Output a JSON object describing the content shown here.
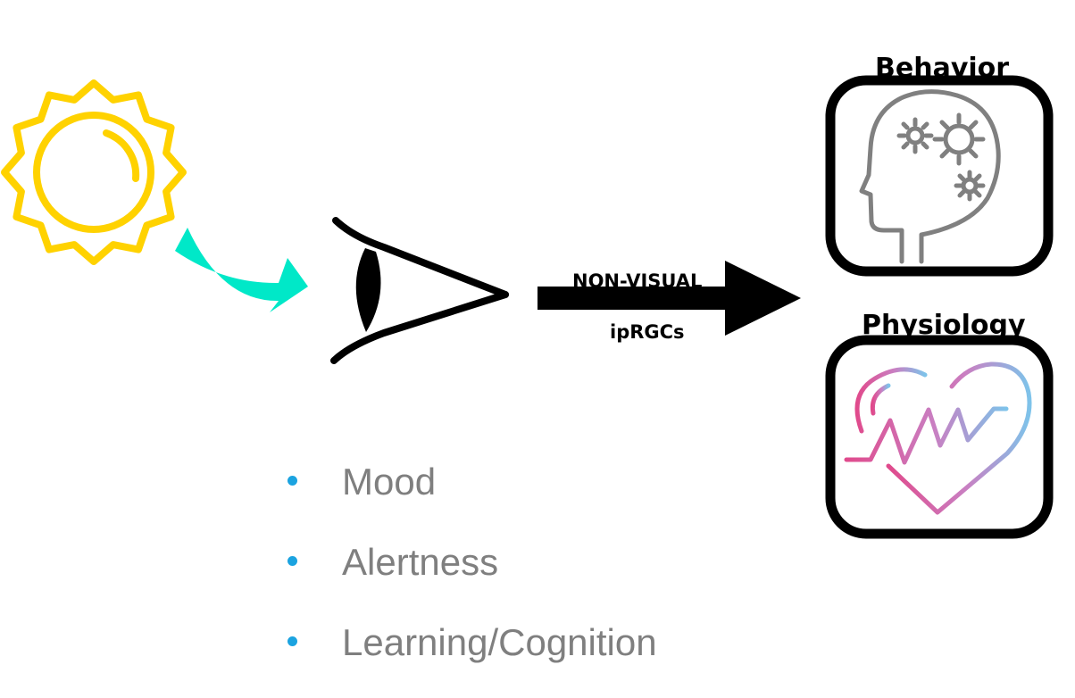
{
  "colors": {
    "sun": "#ffd200",
    "light_arrow": "#00e8c8",
    "ink": "#000000",
    "head_icon": "#808080",
    "bullet": "#1ba3e0",
    "bullet_text": "#7f7f7f",
    "heart_gradient": [
      "#e04a8c",
      "#c97fc2",
      "#7ec3ea"
    ]
  },
  "icons": {
    "sun": "sun-icon",
    "light": "curved-arrow-icon",
    "eye": "eye-icon",
    "pathway": "right-arrow-icon",
    "behavior": "head-gears-icon",
    "physiology": "heart-pulse-icon"
  },
  "pathway": {
    "top_label": "NON-VISUAL",
    "bottom_label": "ipRGCs"
  },
  "outcomes": {
    "behavior_label": "Behavior",
    "physiology_label": "Physiology"
  },
  "bullets": [
    {
      "text": "Mood"
    },
    {
      "text": "Alertness"
    },
    {
      "text": "Learning/Cognition"
    }
  ]
}
